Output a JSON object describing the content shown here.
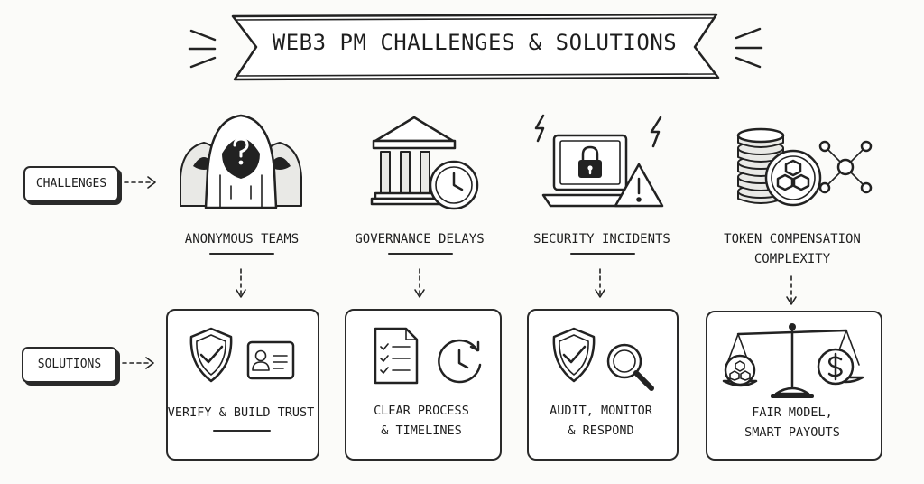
{
  "title": "WEB3 PM CHALLENGES & SOLUTIONS",
  "row_labels": {
    "challenges": "CHALLENGES",
    "solutions": "SOLUTIONS"
  },
  "columns": [
    {
      "challenge": "ANONYMOUS TEAMS",
      "challenge_icons": [
        "hooded-figures-icon",
        "question-mark-icon"
      ],
      "solution": [
        "VERIFY & BUILD TRUST"
      ],
      "solution_icons": [
        "shield-check-icon",
        "id-card-icon"
      ]
    },
    {
      "challenge": "GOVERNANCE DELAYS",
      "challenge_icons": [
        "government-building-icon",
        "clock-icon"
      ],
      "solution": [
        "CLEAR PROCESS",
        "& TIMELINES"
      ],
      "solution_icons": [
        "checklist-icon",
        "clock-refresh-icon"
      ]
    },
    {
      "challenge": "SECURITY INCIDENTS",
      "challenge_icons": [
        "laptop-lock-icon",
        "warning-icon",
        "lightning-icon"
      ],
      "solution": [
        "AUDIT, MONITOR",
        "& RESPOND"
      ],
      "solution_icons": [
        "shield-check-icon",
        "magnifier-icon"
      ]
    },
    {
      "challenge": [
        "TOKEN COMPENSATION",
        "COMPLEXITY"
      ],
      "challenge_icons": [
        "coin-stack-icon",
        "token-blocks-icon",
        "network-nodes-icon"
      ],
      "solution": [
        "FAIR MODEL,",
        "SMART PAYOUTS"
      ],
      "solution_icons": [
        "balance-scale-icon",
        "dollar-coin-icon"
      ]
    }
  ]
}
